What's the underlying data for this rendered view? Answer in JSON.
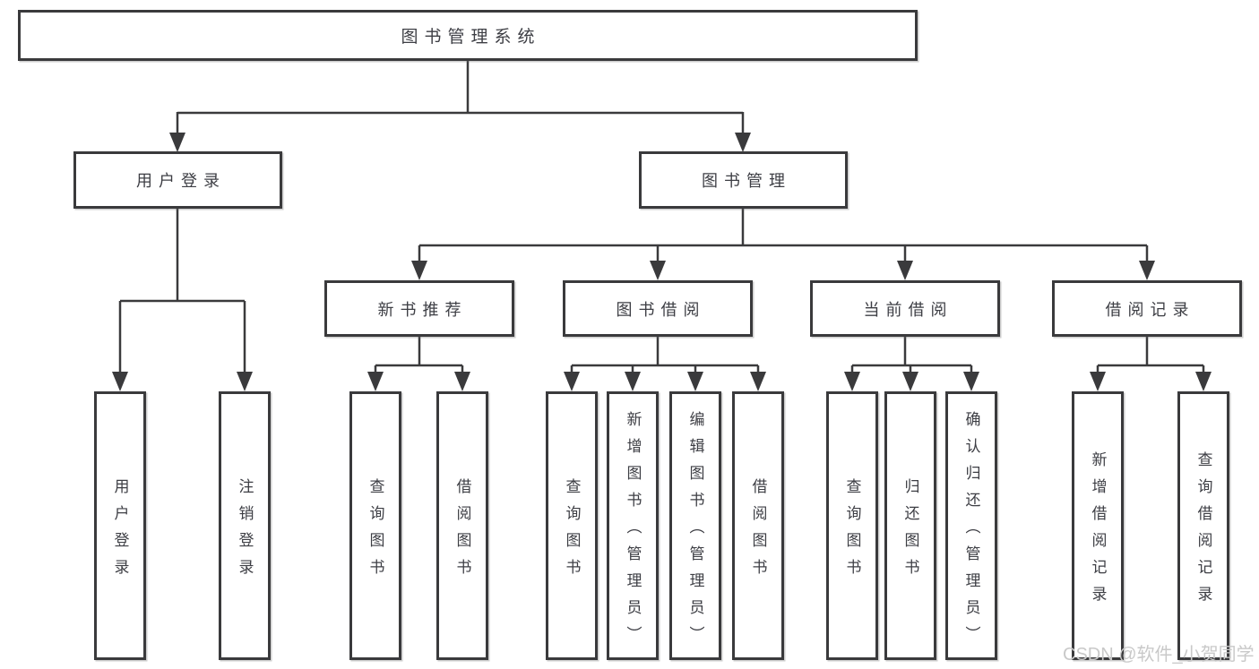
{
  "diagram": {
    "root": {
      "label": "图书管理系统"
    },
    "branches": [
      {
        "label": "用户登录",
        "leaves": [
          "用户登录",
          "注销登录"
        ]
      },
      {
        "label": "图书管理",
        "groups": [
          {
            "label": "新书推荐",
            "leaves": [
              "查询图书",
              "借阅图书"
            ]
          },
          {
            "label": "图书借阅",
            "leaves": [
              "查询图书",
              "新增图书（管理员）",
              "编辑图书（管理员）",
              "借阅图书"
            ]
          },
          {
            "label": "当前借阅",
            "leaves": [
              "查询图书",
              "归还图书",
              "确认归还（管理员）"
            ]
          },
          {
            "label": "借阅记录",
            "leaves": [
              "新增借阅记录",
              "查询借阅记录"
            ]
          }
        ]
      }
    ]
  },
  "watermark": "CSDN @软件_小贺同学",
  "colors": {
    "line": "#3a3a3c",
    "text": "#3d3e44",
    "watermark": "#c9c9c9",
    "background": "#ffffff"
  }
}
